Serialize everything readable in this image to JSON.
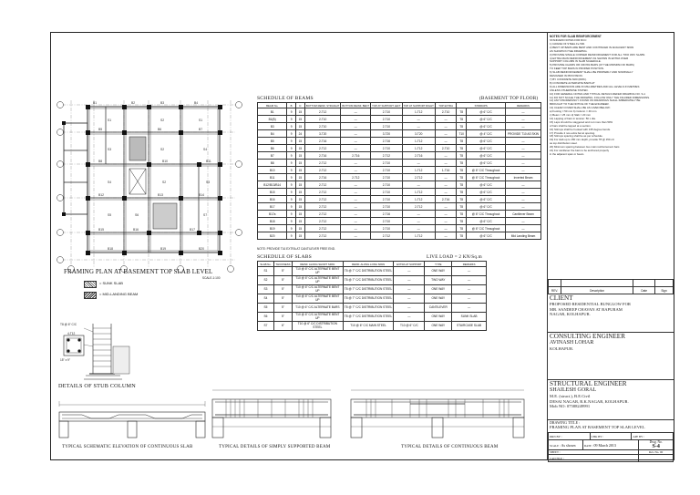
{
  "drawing": {
    "plan_title": "FRAMING PLAN AT BASEMENT TOP SLAB LEVEL",
    "plan_scale": "SCALE-1:100",
    "legend": [
      {
        "label": "= SUNK SLAB"
      },
      {
        "label": "= MID-LANDING BEAM"
      }
    ],
    "stub_column_title": "DETAILS OF STUB COLUMN",
    "stub_note": "T8 @ 6\" C/C",
    "stub_note2": "4-T12",
    "stub_note3": "15\" x 9\"",
    "elev_title": "TYPICAL SCHEMATIC ELEVATION OF CONTINUOUS SLAB",
    "ss_beam_title": "TYPICAL DETAILS OF SIMPLY SUPPORTED BEAM",
    "cont_beam_title": "TYPICAL DETAILS OF CONTINUOUS BEAM"
  },
  "beams": {
    "title": "SCHEDULE OF BEAMS",
    "subtitle": "(BASEMENT TOP FLOOR)",
    "headers": [
      "BEAM No.",
      "B",
      "D",
      "BOTTOM REINF. STRAIGHT",
      "BOTTOM REINF. BENT",
      "TOP AT SUPPORT LEFT",
      "TOP AT SUPPORT RIGHT",
      "TOP EXTRA",
      "STIRRUPS",
      "REMARKS"
    ],
    "rows": [
      [
        "B1",
        "9",
        "15",
        "2-T12",
        "—",
        "2-T10",
        "1-T12",
        "2-T10",
        "T8",
        "@ 6\" C/C",
        "—"
      ],
      [
        "B1(B)",
        "9",
        "15",
        "2-T10",
        "—",
        "2-T10",
        "—",
        "—",
        "T8",
        "@ 6\" C/C",
        "—"
      ],
      [
        "B3",
        "9",
        "15",
        "2-T10",
        "—",
        "2-T10",
        "—",
        "—",
        "T8",
        "@ 6\" C/C",
        "—"
      ],
      [
        "B4",
        "9",
        "24",
        "3-T20",
        "—",
        "3-T20",
        "3-T20",
        "—",
        "T10",
        "@ 4\" C/C",
        "PROVIDE T10 AS SKIN"
      ],
      [
        "B5",
        "9",
        "15",
        "2-T16",
        "—",
        "2-T16",
        "1-T12",
        "—",
        "T8",
        "@ 6\" C/C",
        "—"
      ],
      [
        "B6",
        "9",
        "15",
        "2-T12",
        "—",
        "2-T10",
        "1-T12",
        "2-T10",
        "T8",
        "@ 6\" C/C",
        "—"
      ],
      [
        "B7",
        "9",
        "15",
        "2-T16",
        "2-T16",
        "2-T12",
        "2-T16",
        "—",
        "T8",
        "@ 6\" C/C",
        "—"
      ],
      [
        "B8",
        "9",
        "15",
        "2-T12",
        "—",
        "2-T10",
        "—",
        "—",
        "T8",
        "@ 6\" C/C",
        "—"
      ],
      [
        "B10",
        "9",
        "15",
        "2-T12",
        "—",
        "2-T10",
        "1-T12",
        "1-T16",
        "T8",
        "@ 6\" C/C Throughout",
        "—"
      ],
      [
        "B11",
        "9",
        "15",
        "2-T16",
        "2-T12",
        "2-T10",
        "2-T12",
        "—",
        "T8",
        "@ 6\" C/C Throughout",
        "Inverted Beam"
      ],
      [
        "B12/B13/B14",
        "9",
        "15",
        "2-T12",
        "—",
        "2-T10",
        "—",
        "—",
        "T8",
        "@ 6\" C/C",
        "—"
      ],
      [
        "B15",
        "9",
        "15",
        "2-T12",
        "—",
        "2-T10",
        "1-T12",
        "—",
        "T8",
        "@ 6\" C/C",
        "—"
      ],
      [
        "B16",
        "9",
        "15",
        "2-T12",
        "—",
        "2-T10",
        "1-T12",
        "2-T16",
        "T8",
        "@ 6\" C/C",
        "—"
      ],
      [
        "B17",
        "9",
        "15",
        "2-T12",
        "—",
        "2-T10",
        "2-T12",
        "—",
        "T8",
        "@ 6\" C/C",
        "—"
      ],
      [
        "B17a",
        "9",
        "15",
        "2-T12",
        "—",
        "2-T16",
        "—",
        "—",
        "T8",
        "@ 6\" C/C Throughout",
        "Cantilever Beam"
      ],
      [
        "B18",
        "9",
        "15",
        "2-T12",
        "—",
        "2-T10",
        "—",
        "—",
        "T8",
        "@ 6\" C/C",
        "—"
      ],
      [
        "B19",
        "9",
        "15",
        "2-T12",
        "—",
        "2-T10",
        "—",
        "—",
        "T8",
        "@ 6\" C/C Throughout",
        "—"
      ],
      [
        "B20",
        "9",
        "15",
        "2-T12",
        "—",
        "2-T12",
        "1-T12",
        "—",
        "T8",
        "@ 6\" C/C",
        "Mid Landing Beam"
      ]
    ],
    "note": "NOTE: PROVIDE T16 EXTRA AT CANTILEVER FREE END."
  },
  "slabs": {
    "title": "SCHEDULE OF SLABS",
    "subtitle": "LIVE LOAD = 2 KN/Sq.m",
    "headers": [
      "SLAB No.",
      "THICKNESS",
      "REINF. ALONG SHORT SPAN",
      "REINF. ALONG LONG SPAN",
      "EXTRA AT SUPPORT",
      "TYPE",
      "REMARKS"
    ],
    "rows": [
      [
        "S1",
        "5\"",
        "T10 @ 6\" C/C ALTERNATE BENT UP",
        "T8 @ 7\" C/C DISTRIBUTION STEEL",
        "—",
        "ONE WAY",
        "—"
      ],
      [
        "S2",
        "5\"",
        "T10 @ 6\" C/C ALTERNATE BENT UP",
        "T8 @ 7\" C/C DISTRIBUTION STEEL",
        "—",
        "TWO WAY",
        "—"
      ],
      [
        "S3",
        "5\"",
        "T10 @ 6\" C/C ALTERNATE BENT UP",
        "T8 @ 7\" C/C DISTRIBUTION STEEL",
        "—",
        "ONE WAY",
        "—"
      ],
      [
        "S4",
        "5\"",
        "T10 @ 6\" C/C ALTERNATE BENT UP",
        "T8 @ 7\" C/C DISTRIBUTION STEEL",
        "—",
        "ONE WAY",
        "—"
      ],
      [
        "S5",
        "5\"",
        "T10 @ 6\" C/C ALTERNATE BARS",
        "T8 @ 7\" C/C DISTRIBUTION STEEL",
        "—",
        "CANTILEVER",
        "—"
      ],
      [
        "S6",
        "5\"",
        "T10 @ 6\" C/C ALTERNATE BENT UP",
        "T8 @ 7\" C/C DISTRIBUTION STEEL",
        "—",
        "ONE WAY",
        "SUNK SLAB"
      ],
      [
        "S7",
        "6\"",
        "T10 @ 6\" C/C DISTRIBUTION STEEL",
        "T10 @ 6\" C/C MAIN STEEL",
        "T10 @ 6\" C/C",
        "ONE WAY",
        "STAIRCASE SLAB"
      ]
    ]
  },
  "notes": {
    "title": "NOTES FOR SLAB REINFORCEMENT",
    "lines": [
      "STANDARD NOTES FOR RCC",
      "1) GRADE OF STEEL Fe 500.",
      "2) BENT UP BARS ARE BENT AND CONTINUED IN ADJACENT SPAN",
      "   AS SHOWN IN THE DRAWING.",
      "3) PROVIDE SINGLE CORNER REINFORCEMENT FOR ALL TWO WAY SLABS",
      "4) EXTRA MAIN REINFORCEMENT AS SHOWN IN EXTRA OVER",
      "   SUPPORT COLUMN IN SLAB SCHEDULE.",
      "5) PROVIDE CHAIRS OR CROSS BARS (AT THE MIDSPAN OF BARS)",
      "   TO KEEP TOP BARS IN PROPER POSITION.",
      "6) SLAB REINFORCEMENT SHALL BE PROPERLY AND NOMINALLY",
      "   DESIGNED IN PROVISION.",
      "7) BY CONCRETE M20 (RMC).",
      "8) CONCRETE ALTERNATE BARS AT",
      "9) ALL DIMENSIONS ARE IN MILLIMETRES AND ALL LEVELS IN METRES",
      "   UNLESS OTHERWISE STATED.",
      "10) FOR GENERAL NOTES AND TYPICAL DETAILS REFER DRAWING NO. S-1",
      "11) DO NOT SCALE THE DRAWING. FOLLOW ONLY THE FIGURED DIMENSIONS.",
      "12) ANY DISCREPANCY FOUND ON DRAWINGS SHALL IMMEDIATELY BE",
      "    BROUGHT TO THE NOTICE OF THE ENGINEER.",
      "13) CLEAR COVER SHALL BE AS GIVEN BELOW:",
      "    a) Footing = 50 mm   b) Column = 40 mm",
      "    c) Beam = 25 mm      d) Slab = 20 mm",
      "14) Lapping of bars in tension: 50 x dia.",
      "15) Laps should be staggered and not more than 50%",
      "    of bars shall be lapped at a section.",
      "16) Stirrups shall be hooked with 135 degree bends.",
      "17) Provide 2 nos extra bar at opening.",
      "18) Stirrups spacing shall be as per schedule.",
      "19) For slab up to 150 mm depth, provide T8 @ 150 c/c",
      "    as top distribution steel.",
      "20) Minimum spacing between two main reinforcement bars",
      "21) For cantilever the bars to be anchored properly",
      "    in the adjacent span or beam."
    ]
  },
  "revision_table": {
    "headers": [
      "REV.",
      "Description",
      "Date",
      "Sign"
    ],
    "rows": [
      [
        "",
        "",
        "",
        ""
      ]
    ]
  },
  "titleblock": {
    "client_label": "CLIENT",
    "client_lines": [
      "PROPOSED RESIDENTIAL BUNGLOW FOR",
      "MR. SANDEEP CHAVAN AT BAPURAM",
      "NAGAR, KOLHAPUR."
    ],
    "consultant_label": "CONSULTING ENGINEER",
    "consultant_lines": [
      "AVINASH LOHAR",
      "KOLHAPUR."
    ],
    "struct_label": "STRUCTURAL ENGINEER",
    "struct_lines": [
      "SHAILESH GORAL",
      "M.E. (struct.), B.E.Civil",
      "DESAI NAGAR, R.K.NAGAR, KOLHAPUR.",
      "Mob NO: 07588249991"
    ],
    "drawing_title_label": "DRAWING TITLE :",
    "drawing_title": "FRAMING PLAN AT BASEMENT TOP SLAB LEVEL",
    "drn_by_label": "DRN BY :",
    "chk_by_label": "CHK BY :",
    "app_by_label": "APP BY :",
    "scale_label": "SCALE :",
    "scale_value": "As shown",
    "date_label": "DATE :",
    "date_value": "09 March 2013",
    "dwg_no_label": "Dwg. No.",
    "dwg_no_value": "S-4",
    "sheet_label": "SHEET :",
    "cad_file_label": "CAD FILE :",
    "rev_no_label": "Rev. No.",
    "rev_no_value": "00"
  }
}
